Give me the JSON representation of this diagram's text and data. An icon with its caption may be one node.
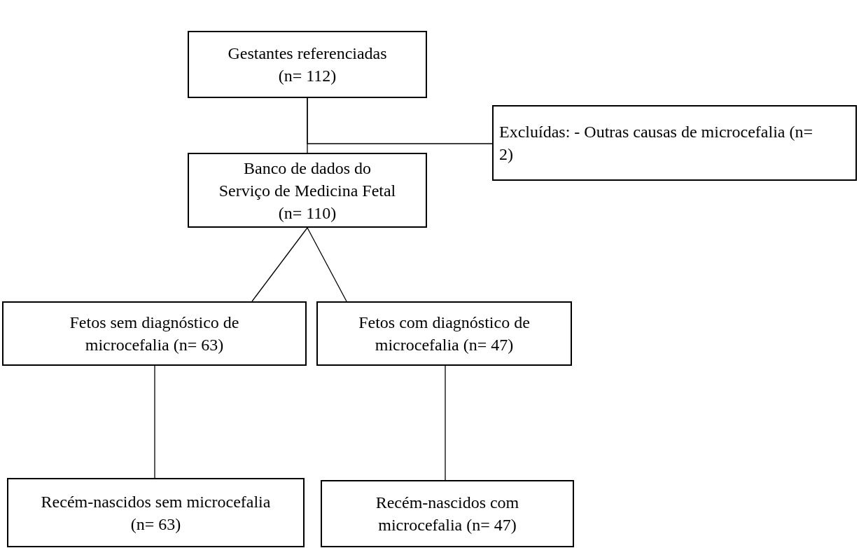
{
  "diagram": {
    "nodes": [
      {
        "text": [
          "Gestantes referenciadas (n= 112)"
        ]
      },
      {
        "text": [
          "Excluídas: - Outras causas de microcefalia (n= 2)"
        ]
      },
      {
        "text": [
          "Banco de dados do Serviço de Medicina Fetal (n= 110)"
        ]
      },
      {
        "text": [
          "Fetos sem diagnóstico de microcefalia (n= 63)"
        ]
      },
      {
        "text": [
          "Fetos com diagnóstico de microcefalia (n= 47)"
        ]
      },
      {
        "text": [
          "Recém-nascidos sem microcefalia (n= 63)"
        ]
      },
      {
        "text": [
          "Recém-nascidos com microcefalia (n= 47)"
        ]
      }
    ],
    "edges": [
      {
        "from": 0,
        "to": 2,
        "arrow": "none"
      },
      {
        "from": 0,
        "to": 1,
        "arrow": "none"
      },
      {
        "from": 2,
        "to": 3,
        "arrow": "none"
      },
      {
        "from": 2,
        "to": 4,
        "arrow": "none"
      },
      {
        "from": 3,
        "to": 5,
        "arrow": "none"
      },
      {
        "from": 4,
        "to": 6,
        "arrow": "none"
      }
    ]
  }
}
